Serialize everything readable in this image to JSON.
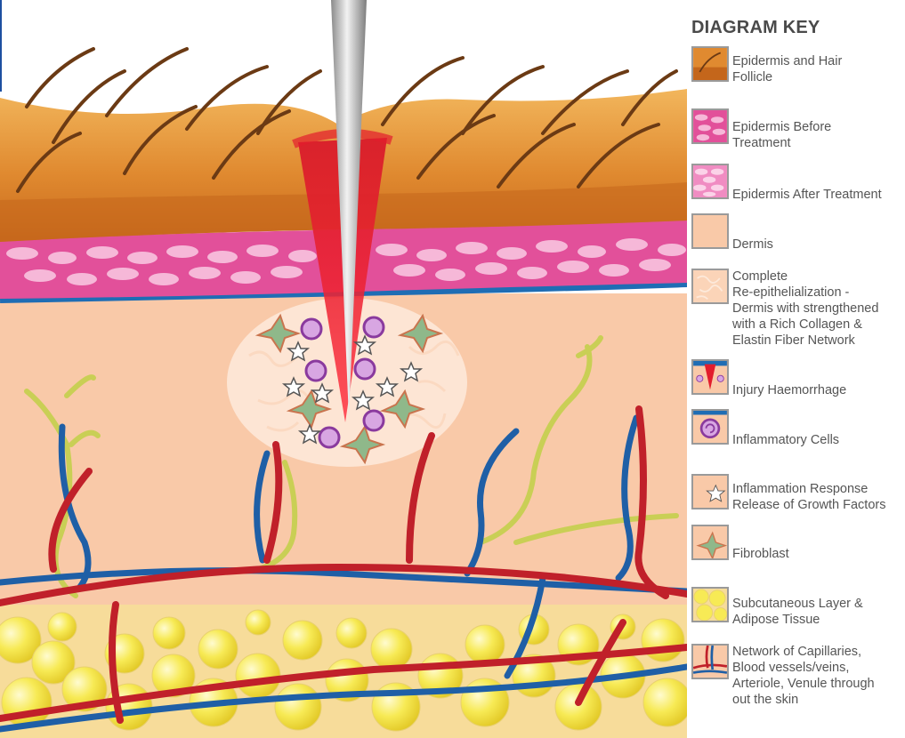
{
  "key": {
    "title": "DIAGRAM KEY",
    "items": [
      {
        "id": "epidermis-hair",
        "label": "Epidermis and Hair\nFollicle"
      },
      {
        "id": "epidermis-before",
        "label": "Epidermis Before\nTreatment"
      },
      {
        "id": "epidermis-after",
        "label": "Epidermis After Treatment"
      },
      {
        "id": "dermis",
        "label": "Dermis"
      },
      {
        "id": "re-epithelialization",
        "label": "Complete\nRe-epithelialization -\nDermis with strengthened\nwith a Rich Collagen &\nElastin Fiber Network"
      },
      {
        "id": "injury-haemorrhage",
        "label": "Injury Haemorrhage"
      },
      {
        "id": "inflammatory-cells",
        "label": "Inflammatory Cells"
      },
      {
        "id": "inflammation-response",
        "label": "Inflammation Response\nRelease of Growth Factors"
      },
      {
        "id": "fibroblast",
        "label": "Fibroblast"
      },
      {
        "id": "subcutaneous",
        "label": "Subcutaneous Layer &\nAdipose Tissue"
      },
      {
        "id": "capillaries",
        "label": "Network of Capillaries,\nBlood vessels/veins,\nArteriole, Venule through\nout the skin"
      }
    ]
  },
  "colors": {
    "epidermis": "#d97d2a",
    "epidermis_light": "#f0b25c",
    "hair": "#6b3a14",
    "pink_layer": "#e2509a",
    "pink_cell": "#f6b8d8",
    "blue_line": "#1f6db4",
    "dermis": "#f9c9a8",
    "artery": "#c0202a",
    "vein": "#1f5fa6",
    "nerve": "#c9cf55",
    "fat": "#f7e84a",
    "needle": "#b8b8b8",
    "inflammatory": "#8a3a9e",
    "fibroblast": "#8fb88a"
  }
}
